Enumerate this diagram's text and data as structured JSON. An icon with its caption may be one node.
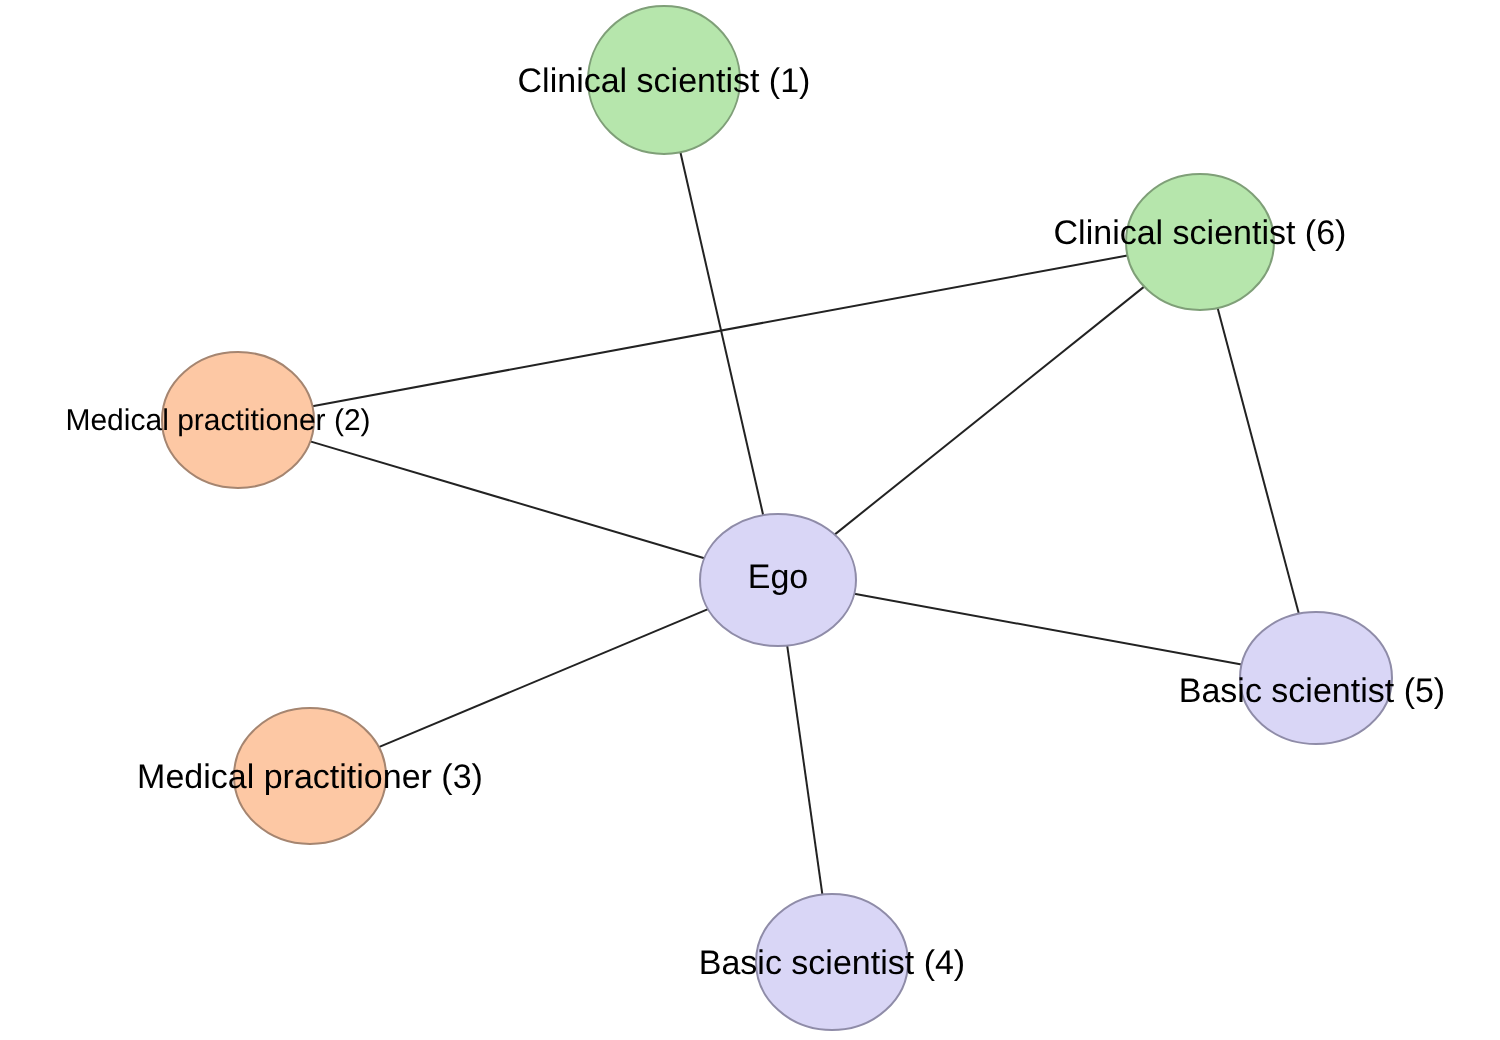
{
  "diagram": {
    "nodes": [
      {
        "text": [
          "Clinical scientist (1)"
        ]
      },
      {
        "text": [
          "Clinical scientist (6)"
        ]
      },
      {
        "text": [
          "Medical practitioner (2)"
        ]
      },
      {
        "text": [
          "Ego"
        ]
      },
      {
        "text": [
          "Basic scientist (5)"
        ]
      },
      {
        "text": [
          "Medical practitioner (3)"
        ]
      },
      {
        "text": [
          "Basic scientist (4)"
        ]
      }
    ],
    "edges": [
      {
        "from": 0,
        "to": 3,
        "arrow": "none"
      },
      {
        "from": 1,
        "to": 2,
        "arrow": "none"
      },
      {
        "from": 2,
        "to": 3,
        "arrow": "none"
      },
      {
        "from": 3,
        "to": 1,
        "arrow": "none"
      },
      {
        "from": 1,
        "to": 4,
        "arrow": "none"
      },
      {
        "from": 3,
        "to": 4,
        "arrow": "none"
      },
      {
        "from": 3,
        "to": 5,
        "arrow": "none"
      },
      {
        "from": 3,
        "to": 6,
        "arrow": "none"
      }
    ]
  }
}
